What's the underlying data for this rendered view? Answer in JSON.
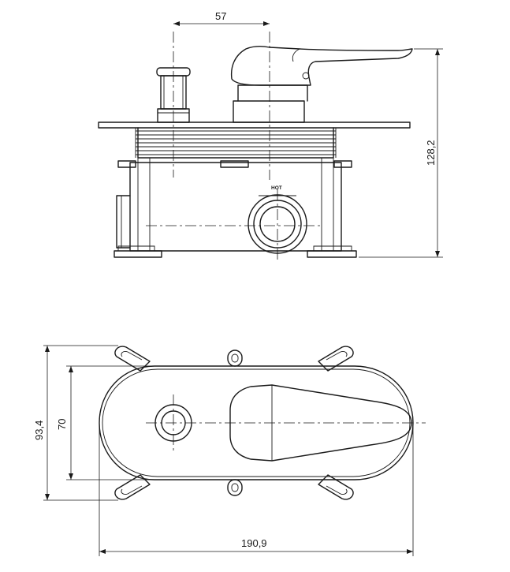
{
  "dimensions": {
    "handle_offset": "57",
    "front_height": "128,2",
    "plate_height": "93,4",
    "inner_height": "70",
    "total_width": "190,9"
  },
  "labels": {
    "hot": "HOT"
  }
}
